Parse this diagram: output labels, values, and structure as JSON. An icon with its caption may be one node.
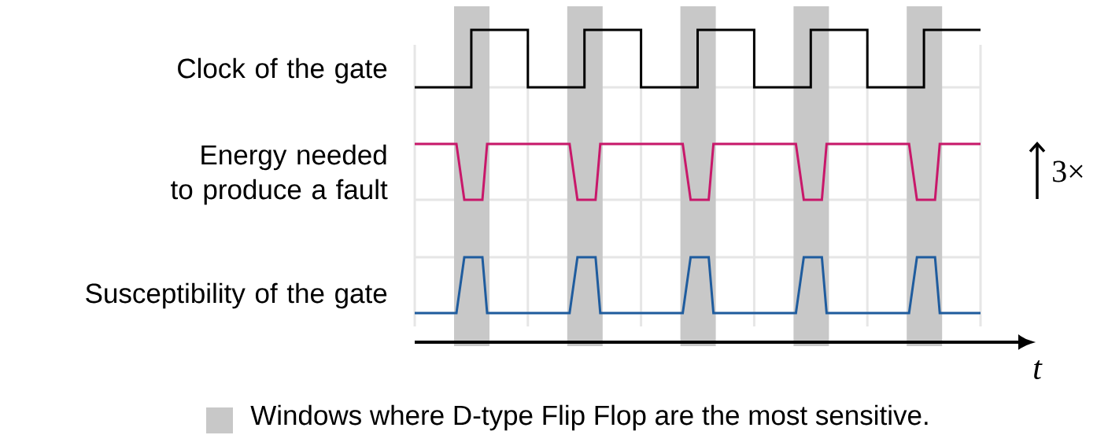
{
  "diagram": {
    "labels": [
      "Clock of the gate",
      "Energy needed to produce a fault",
      "Susceptibility of the gate",
      "3×",
      "t"
    ],
    "legend": [
      {
        "text": "Windows where D-type Flip Flop are the most sensitive.",
        "color": "#c8c8c8"
      }
    ]
  }
}
